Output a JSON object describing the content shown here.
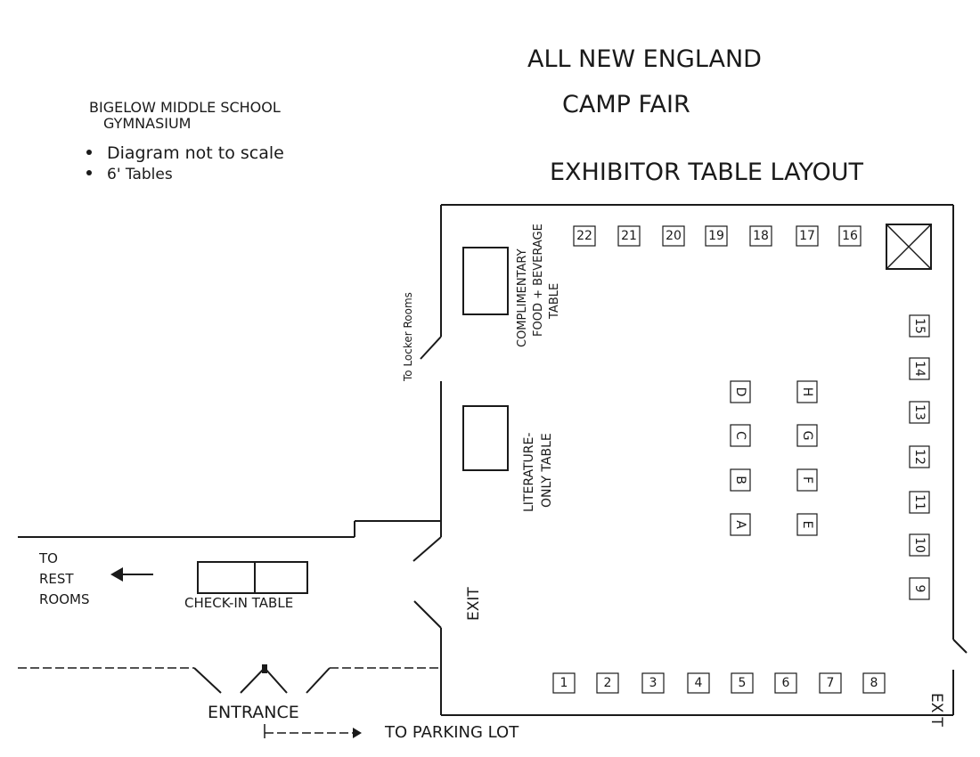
{
  "title": {
    "line1": "ALL NEW ENGLAND",
    "line2": "CAMP FAIR",
    "line3": "EXHIBITOR TABLE LAYOUT"
  },
  "venue": {
    "name_line1": "BIGELOW MIDDLE SCHOOL",
    "name_line2": "GYMNASIUM",
    "notes": [
      "Diagram not to scale",
      "6' Tables"
    ]
  },
  "labels": {
    "to_locker_rooms": "To Locker Rooms",
    "food_table_line1": "COMPLIMENTARY",
    "food_table_line2": "FOOD + BEVERAGE",
    "food_table_line3": "TABLE",
    "literature_line1": "LITERATURE-",
    "literature_line2": "ONLY TABLE",
    "exit_left": "EXIT",
    "exit_right": "EXIT",
    "to_rest_rooms_line1": "TO",
    "to_rest_rooms_line2": "REST",
    "to_rest_rooms_line3": "ROOMS",
    "check_in_table": "CHECK-IN TABLE",
    "entrance": "ENTRANCE",
    "to_parking_lot": "TO PARKING LOT"
  },
  "tables": {
    "top_row": [
      "22",
      "21",
      "20",
      "19",
      "18",
      "17",
      "16"
    ],
    "right_column": [
      "15",
      "14",
      "13",
      "12",
      "11",
      "10",
      "9"
    ],
    "bottom_row": [
      "1",
      "2",
      "3",
      "4",
      "5",
      "6",
      "7",
      "8"
    ],
    "center_left": [
      "D",
      "C",
      "B",
      "A"
    ],
    "center_right": [
      "H",
      "G",
      "F",
      "E"
    ]
  }
}
